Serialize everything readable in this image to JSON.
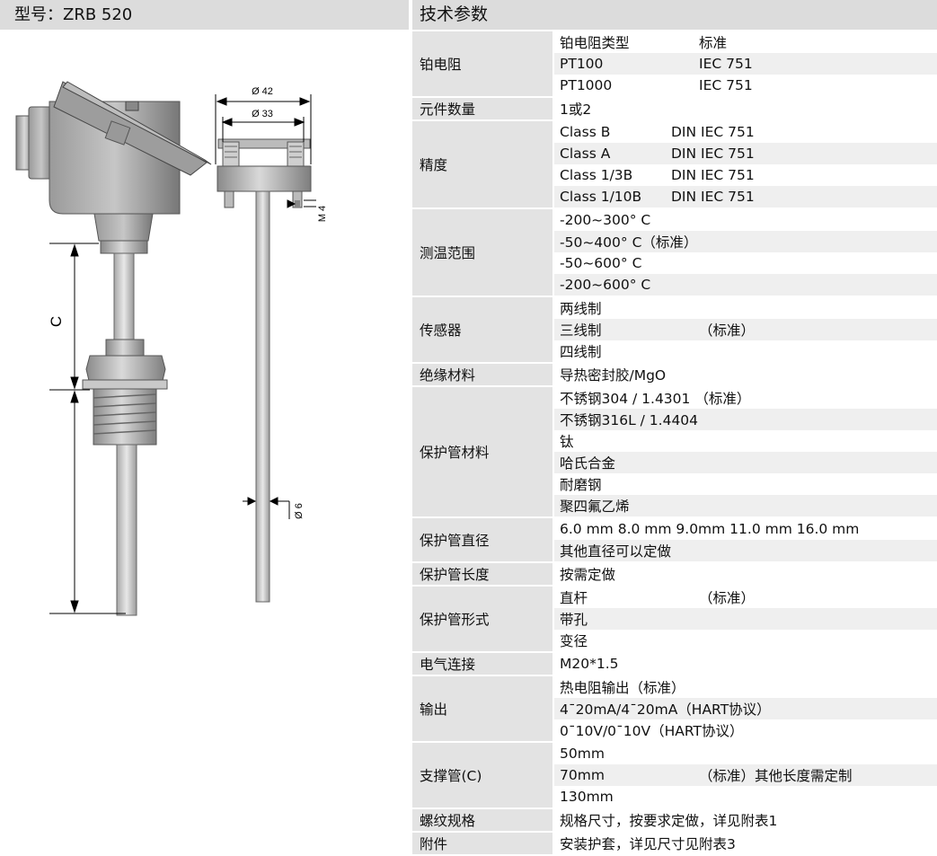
{
  "header": {
    "model": "型号：ZRB 520",
    "spec_title": "技术参数"
  },
  "drawing": {
    "dim_42": "Ø 42",
    "dim_33": "Ø 33",
    "dim_m4": "M 4",
    "dim_6": "Ø 6",
    "label_c": "C"
  },
  "spec": [
    {
      "label": "铂电阻",
      "lines": [
        [
          "铂电阻类型",
          "标准"
        ],
        [
          "PT100",
          "IEC 751"
        ],
        [
          "PT1000",
          "IEC 751"
        ]
      ]
    },
    {
      "label": "元件数量",
      "lines": [
        [
          "1或2"
        ]
      ]
    },
    {
      "label": "精度",
      "lines": [
        [
          "Class B",
          "DIN IEC 751"
        ],
        [
          "Class A",
          "DIN IEC 751"
        ],
        [
          "Class 1/3B",
          "DIN IEC 751"
        ],
        [
          "Class 1/10B",
          "DIN IEC 751"
        ]
      ]
    },
    {
      "label": "测温范围",
      "lines": [
        [
          "-200~300° C"
        ],
        [
          "-50~400° C（标准）"
        ],
        [
          "-50~600° C"
        ],
        [
          "-200~600° C"
        ]
      ]
    },
    {
      "label": "传感器",
      "lines": [
        [
          "两线制"
        ],
        [
          "三线制",
          "（标准）"
        ],
        [
          "四线制"
        ]
      ]
    },
    {
      "label": "绝缘材料",
      "lines": [
        [
          "导热密封胶/MgO"
        ]
      ]
    },
    {
      "label": "保护管材料",
      "lines": [
        [
          "不锈钢304 / 1.4301 （标准）"
        ],
        [
          "不锈钢316L / 1.4404"
        ],
        [
          "钛"
        ],
        [
          "哈氏合金"
        ],
        [
          "耐磨钢"
        ],
        [
          "聚四氟乙烯"
        ]
      ]
    },
    {
      "label": "保护管直径",
      "lines": [
        [
          "6.0 mm   8.0 mm   9.0mm   11.0 mm   16.0 mm"
        ],
        [
          "其他直径可以定做"
        ]
      ]
    },
    {
      "label": "保护管长度",
      "lines": [
        [
          "按需定做"
        ]
      ]
    },
    {
      "label": "保护管形式",
      "lines": [
        [
          "直杆",
          "（标准）"
        ],
        [
          "带孔"
        ],
        [
          "变径"
        ]
      ]
    },
    {
      "label": "电气连接",
      "lines": [
        [
          "M20*1.5"
        ]
      ]
    },
    {
      "label": "输出",
      "lines": [
        [
          "热电阻输出（标准）"
        ],
        [
          "4¯20mA/4¯20mA（HART协议）"
        ],
        [
          "0¯10V/0¯10V（HART协议）"
        ]
      ]
    },
    {
      "label": "支撑管(C)",
      "lines": [
        [
          "50mm"
        ],
        [
          "70mm",
          "（标准）其他长度需定制"
        ],
        [
          "130mm"
        ]
      ]
    },
    {
      "label": "螺纹规格",
      "lines": [
        [
          "规格尺寸，按要求定做，详见附表1"
        ]
      ]
    },
    {
      "label": "附件",
      "lines": [
        [
          "安装护套，详见尺寸见附表3"
        ]
      ]
    }
  ],
  "colors": {
    "header_bg": "#dcdcdc",
    "label_bg": "#e3e3e3",
    "stripe_bg": "#efefef"
  }
}
